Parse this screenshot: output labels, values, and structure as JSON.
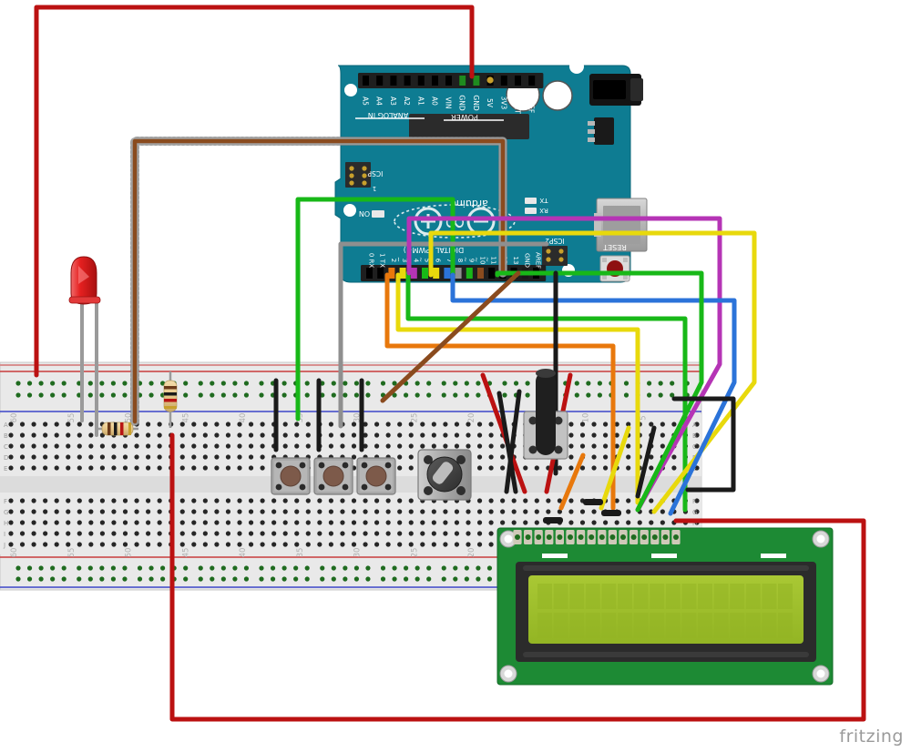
{
  "app": {
    "watermark": "fritzing",
    "view": "breadboard",
    "background": "#ffffff"
  },
  "components": [
    {
      "id": "arduino",
      "name": "Arduino Uno (rotated 180°)",
      "board_color": "#0e7c92"
    },
    {
      "id": "breadboard",
      "name": "Full+ size breadboard",
      "board_color": "#e3e3e3"
    },
    {
      "id": "lcd",
      "name": "LCD 16x2 character display",
      "board_color": "#1d8a34"
    },
    {
      "id": "led-red",
      "name": "Red LED (5mm)",
      "board_color": "#e02b2b"
    },
    {
      "id": "resistor-1",
      "name": "Resistor 220Ω",
      "board_color": "#e8c88a"
    },
    {
      "id": "resistor-2",
      "name": "Resistor 220Ω",
      "board_color": "#e8c88a"
    },
    {
      "id": "button-1",
      "name": "Pushbutton (tactile)",
      "board_color": "#9b9b9b"
    },
    {
      "id": "button-2",
      "name": "Pushbutton (tactile)",
      "board_color": "#9b9b9b"
    },
    {
      "id": "button-3",
      "name": "Pushbutton (tactile)",
      "board_color": "#9b9b9b"
    },
    {
      "id": "trimpot",
      "name": "Trimmer potentiometer",
      "board_color": "#b8b8b8"
    },
    {
      "id": "rotary",
      "name": "Rotary potentiometer",
      "board_color": "#9e9e9e"
    }
  ],
  "arduino": {
    "label_analog_group": "ANALOG IN",
    "label_power_group": "POWER",
    "label_digital_group": "DIGITAL (PWM~)",
    "label_icsp": "ICSP",
    "label_icsp2": "ICSP2",
    "label_reset": "RESET",
    "label_on": "ON",
    "label_tx": "TX",
    "label_rx": "RX",
    "label_logo": "arduino",
    "label_pin1": "1",
    "analog_pins": [
      "A5",
      "A4",
      "A3",
      "A2",
      "A1",
      "A0"
    ],
    "power_pins": [
      "VIN",
      "GND",
      "GND",
      "5V",
      "3V3",
      "RESET",
      "IOREF"
    ],
    "digital_pins": [
      "0",
      "1",
      "2",
      "3",
      "4",
      "5",
      "6",
      "7",
      "8",
      "9",
      "10",
      "11",
      "12",
      "13",
      "GND",
      "AREF"
    ],
    "digital_pin_sublabels": {
      "0": "RX",
      "1": "TX"
    },
    "pwm_pins": [
      "3",
      "5",
      "6",
      "9",
      "10",
      "11"
    ]
  },
  "breadboard": {
    "row_labels_top": [
      "A",
      "B",
      "C",
      "D",
      "E"
    ],
    "row_labels_bottom": [
      "F",
      "G",
      "H",
      "I",
      "J"
    ],
    "column_numbers": [
      "60",
      "55",
      "50",
      "45",
      "40",
      "35",
      "30",
      "25",
      "20",
      "15",
      "10",
      "5",
      "1"
    ],
    "rail_positive_color": "#c83c3c",
    "rail_negative_color": "#3c46c8"
  },
  "lcd": {
    "pin_count": 16,
    "pcb_color": "#1d8a34",
    "screen_color": "#9dbd2a",
    "bezel_color": "#2b2b2b",
    "line_count": 2,
    "chars_per_line": 16
  },
  "wires": [
    {
      "name": "5v-to-rail",
      "color": "#bb1111",
      "from": "arduino.5V",
      "to": "breadboard.top-positive-rail"
    },
    {
      "name": "gnd-brown-rail",
      "color": "#8a4b1e",
      "from": "arduino.GND(power)",
      "to": "breadboard.top-negative-rail",
      "selected": true
    },
    {
      "name": "pin2-orange",
      "color": "#e8780c",
      "from": "arduino.D2",
      "to": "lcd.pin"
    },
    {
      "name": "pin3-yellow",
      "color": "#e8d90c",
      "from": "arduino.D3",
      "to": "lcd.pin"
    },
    {
      "name": "pin4-violet",
      "color": "#b534b5",
      "from": "arduino.D4",
      "to": "lcd.pin"
    },
    {
      "name": "pin5-green",
      "color": "#18b818",
      "from": "arduino.D5",
      "to": "breadboard.row"
    },
    {
      "name": "pin6-yellow",
      "color": "#e8d90c",
      "from": "arduino.D6",
      "to": "breadboard.row"
    },
    {
      "name": "pin7-blue",
      "color": "#2b73d9",
      "from": "arduino.D7",
      "to": "breadboard.row"
    },
    {
      "name": "pin9-green",
      "color": "#18b818",
      "from": "arduino.D9",
      "to": "breadboard.row"
    },
    {
      "name": "pin10-brown",
      "color": "#8a4b1e",
      "from": "arduino.D10",
      "to": "breadboard.row"
    },
    {
      "name": "gnd-black",
      "color": "#1a1a1a",
      "from": "arduino.GND(digital)",
      "to": "breadboard.negative-rail"
    },
    {
      "name": "gnd-grey",
      "color": "#8f8f8f",
      "from": "arduino.D8",
      "to": "breadboard.row"
    },
    {
      "name": "lcd-power-red",
      "color": "#bb1111",
      "from": "breadboard.rowE",
      "to": "lcd.VDD"
    },
    {
      "name": "lcd-black-jumper",
      "color": "#1a1a1a",
      "from": "breadboard.row",
      "to": "breadboard.row"
    }
  ],
  "wire_palette": {
    "red": "#bb1111",
    "brown": "#8a4b1e",
    "orange": "#e8780c",
    "yellow": "#e8d90c",
    "green": "#18b818",
    "blue": "#2b73d9",
    "violet": "#b534b5",
    "black": "#1a1a1a",
    "grey": "#8f8f8f"
  }
}
